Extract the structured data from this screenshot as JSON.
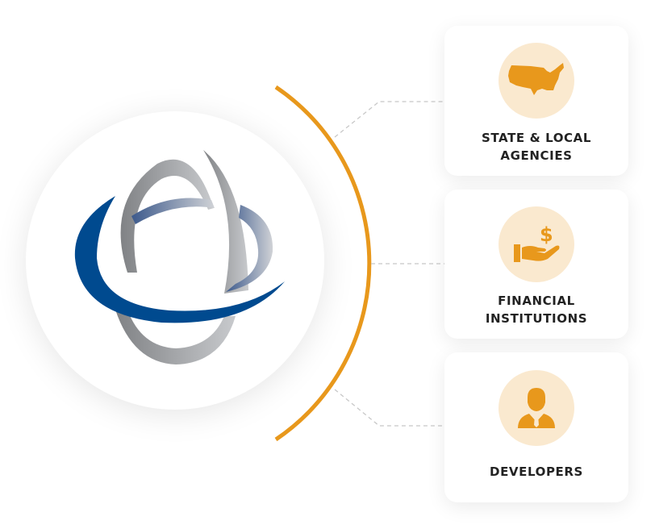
{
  "center_logo": {
    "icon": "globe-orbit-logo-icon"
  },
  "colors": {
    "accent": "#e8981c",
    "icon_bg": "#fae9cf",
    "logo_blue": "#004a8f",
    "logo_gray": "#a5a7ab",
    "text": "#222222"
  },
  "cards": [
    {
      "icon": "usa-map-icon",
      "line1": "STATE & LOCAL",
      "line2": "AGENCIES"
    },
    {
      "icon": "hand-dollar-icon",
      "line1": "FINANCIAL",
      "line2": "INSTITUTIONS"
    },
    {
      "icon": "businessman-icon",
      "line1": "DEVELOPERS"
    }
  ]
}
